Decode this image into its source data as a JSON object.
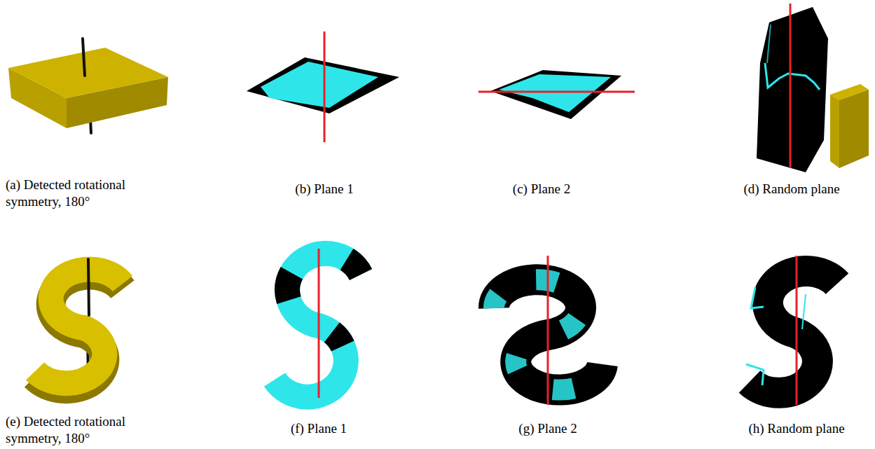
{
  "diagram": {
    "labels": [
      "(a) Detected rotational symmetry, 180°",
      "(b) Plane 1",
      "(c) Plane 2",
      "(d) Random plane",
      "(e) Detected rotational symmetry, 180°",
      "(f) Plane 1",
      "(g) Plane 2",
      "(h) Random plane"
    ]
  }
}
